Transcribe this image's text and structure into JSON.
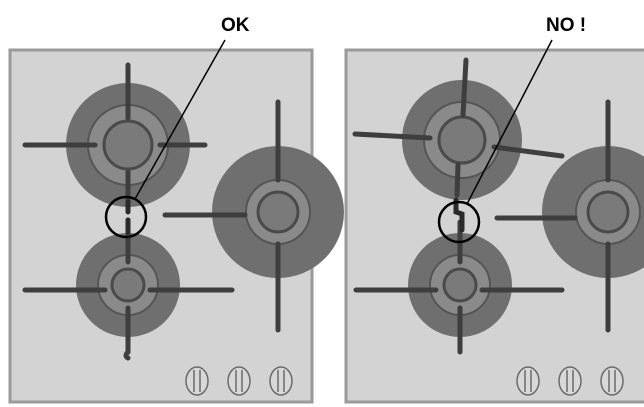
{
  "panels": [
    {
      "label": "OK",
      "verdict": "correct"
    },
    {
      "label": "NO !",
      "verdict": "incorrect"
    }
  ],
  "colors": {
    "hob_surface": "#d3d3d3",
    "hob_border": "#9a9a9a",
    "burner_outer": "#6f6f6f",
    "burner_ring": "#8a8a8a",
    "burner_cap": "#7a7a7a",
    "grate": "#3e3e3e",
    "highlight_circle": "#000000"
  },
  "icons": [
    "hob-panel",
    "burner-icon",
    "pan-support-icon",
    "control-knob-icon",
    "highlight-circle-icon",
    "pointer-line-icon"
  ]
}
